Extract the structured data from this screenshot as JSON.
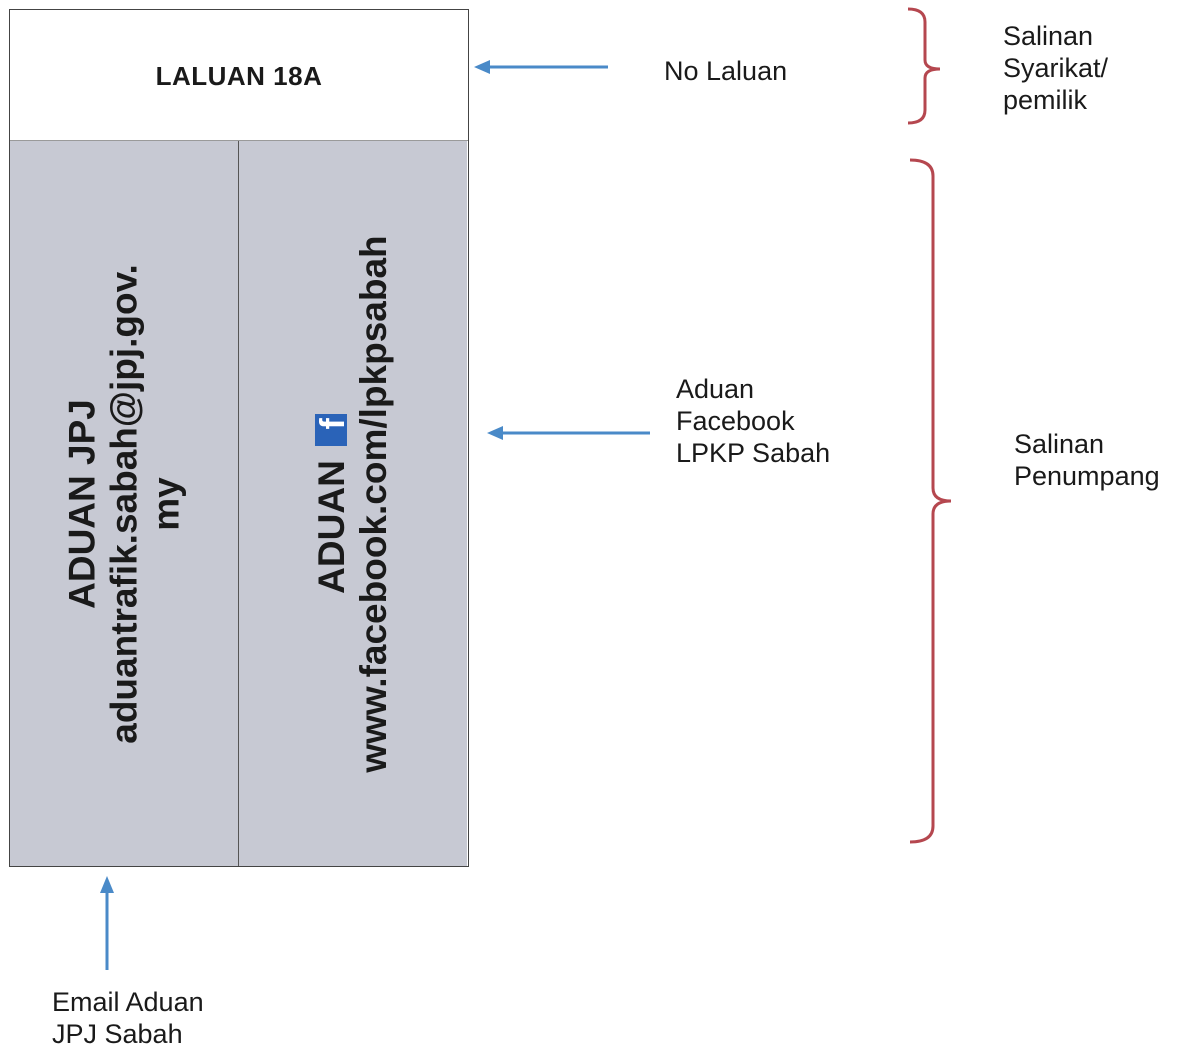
{
  "card": {
    "route_title": "LALUAN 18A",
    "jpj_panel": {
      "line1": "ADUAN JPJ",
      "line2": "aduantrafik.sabah@jpj.gov.",
      "line3": "my"
    },
    "facebook_panel": {
      "line1": "ADUAN",
      "logo_letter": "f",
      "line2": "www.facebook.com/lpkpsabah"
    }
  },
  "annotations": {
    "no_laluan": "No Laluan",
    "aduan_facebook": [
      "Aduan",
      "Facebook",
      "LPKP Sabah"
    ],
    "email_aduan": [
      "Email Aduan",
      "JPJ Sabah"
    ],
    "salinan_syarikat": [
      "Salinan",
      "Syarikat/",
      "pemilik"
    ],
    "salinan_penumpang": [
      "Salinan",
      "Penumpang"
    ]
  },
  "colors": {
    "panel_fill": "#c7c9d3",
    "arrow": "#4a8ac8",
    "bracket": "#b5474f",
    "facebook_blue": "#2a63b8"
  }
}
